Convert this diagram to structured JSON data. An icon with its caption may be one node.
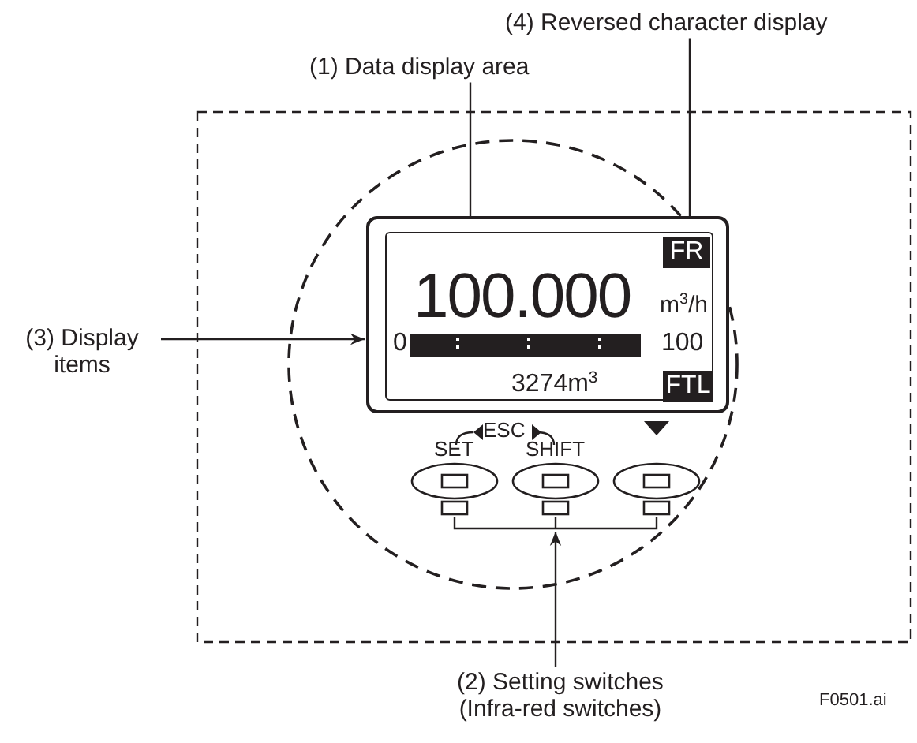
{
  "diagram": {
    "nodes": [
      {
        "text": [
          "(1) Data display area"
        ]
      },
      {
        "text": [
          "(4) Reversed character display"
        ]
      },
      {
        "text": [
          "(3) Display items"
        ]
      },
      {
        "text": [
          "(2) Setting switches (Infra-red switches)"
        ]
      },
      {
        "text": [],
        "shape": "box"
      },
      {
        "text": [
          "100.000"
        ],
        "in": 4
      },
      {
        "text": [
          "FR"
        ],
        "in": 4
      },
      {
        "text": [
          "FTL"
        ],
        "in": 4
      },
      {
        "text": [],
        "shape": "picture"
      }
    ],
    "edges": [
      {
        "from": 0,
        "to": 5,
        "arrow": "to"
      },
      {
        "from": 1,
        "to": 6,
        "arrow": "to"
      },
      {
        "from": 2,
        "to": 4,
        "arrow": "to"
      },
      {
        "from": 3,
        "to": 8,
        "arrow": "to"
      }
    ],
    "labels": [
      "m$^{3}$/h",
      "0",
      "100",
      "3274m$^{3}$",
      "ESC",
      "SET",
      "SHIFT",
      "F0501.ai"
    ]
  }
}
